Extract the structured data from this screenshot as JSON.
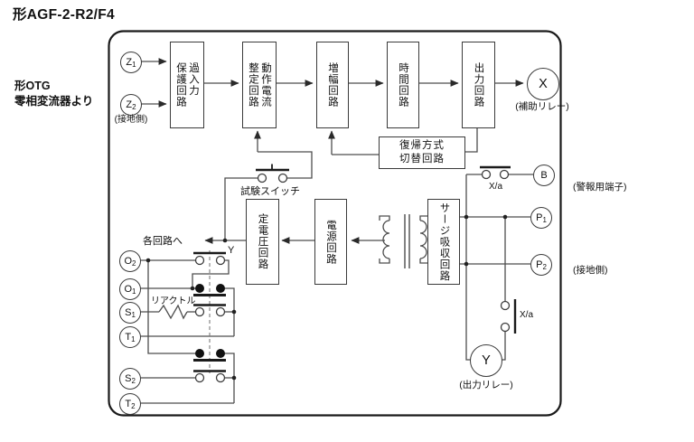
{
  "title": "形AGF-2-R2/F4",
  "source_label": "形OTG\n零相変流器より",
  "blocks": {
    "input_protection": "過入力\n保護回路",
    "current_setting": "動作電流\n整定回路",
    "amplifier": "増幅回路",
    "timer": "時間回路",
    "output": "出力回路",
    "reset_mode": "復帰方式\n切替回路",
    "constant_voltage": "定電圧回路",
    "power_supply": "電源回路",
    "surge_absorber": "サージ吸収回路"
  },
  "terminals": {
    "z1": {
      "main": "Z",
      "sub": "1"
    },
    "z2": {
      "main": "Z",
      "sub": "2"
    },
    "o2": {
      "main": "O",
      "sub": "2"
    },
    "o1": {
      "main": "O",
      "sub": "1"
    },
    "s1": {
      "main": "S",
      "sub": "1"
    },
    "t1": {
      "main": "T",
      "sub": "1"
    },
    "s2": {
      "main": "S",
      "sub": "2"
    },
    "t2": {
      "main": "T",
      "sub": "2"
    },
    "p1": {
      "main": "P",
      "sub": "1"
    },
    "p2": {
      "main": "P",
      "sub": "2"
    },
    "b": {
      "main": "B",
      "sub": ""
    },
    "x_relay": "X",
    "y_relay": "Y"
  },
  "annotations": {
    "ground_side_left": "(接地側)",
    "to_each_circuit": "各回路へ",
    "reactor": "リアクトル",
    "test_switch": "試験スイッチ",
    "aux_relay": "(補助リレー)",
    "alarm_terminal": "(警報用端子)",
    "ground_side_right": "(接地側)",
    "output_relay": "(出力リレー)",
    "xa_contact_top": "X/a",
    "xa_contact_bottom": "X/a",
    "y_contact": "Y"
  },
  "colors": {
    "ink": "#111111",
    "wire": "#4d4d4d"
  }
}
